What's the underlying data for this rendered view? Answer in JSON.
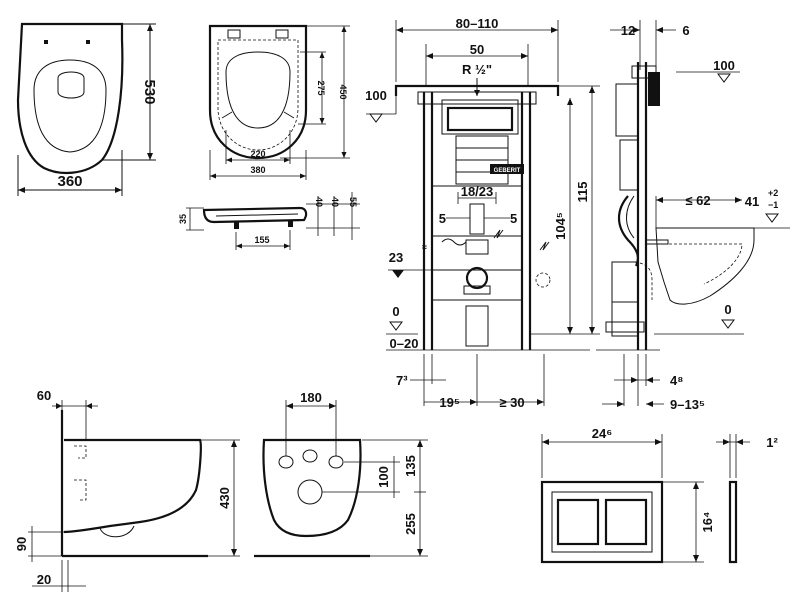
{
  "bowl_top": {
    "width": "360",
    "depth": "530"
  },
  "seat": {
    "inner_a": "275",
    "inner_b": "450",
    "inner_w": "220",
    "outer_w": "380"
  },
  "seat_side": {
    "h_left": "35",
    "h_a": "40",
    "h_b": "40",
    "h_c": "55",
    "hinge": "155"
  },
  "frame": {
    "w_range": "80–110",
    "w_inner": "50",
    "pipe": "R ½\"",
    "level_top": "100",
    "height_total": "115",
    "height_inner": "104⁵",
    "spacing": "18/23",
    "off_l": "5",
    "off_r": "5",
    "level_23": "23",
    "level_0": "0",
    "level_0_20": "0–20",
    "bot_a": "7³",
    "bot_b": "19⁵",
    "bot_c": "≥ 30"
  },
  "frame_side": {
    "top_a": "12",
    "top_b": "6",
    "level_100": "100",
    "reach": "≤ 62",
    "level_41": "41",
    "tol_plus": "+2",
    "tol_minus": "−1",
    "level_0": "0",
    "bot_a": "4⁸",
    "bot_b": "9–13⁵"
  },
  "bowl_side": {
    "top": "60",
    "height": "430",
    "floor": "90",
    "bottom": "20"
  },
  "bowl_back": {
    "bolt_w": "180",
    "hole_a": "100",
    "hole_b": "135",
    "hole_c": "255"
  },
  "plate": {
    "width": "24⁶",
    "height": "16⁴",
    "depth": "1²"
  },
  "brand": "GEBERIT"
}
